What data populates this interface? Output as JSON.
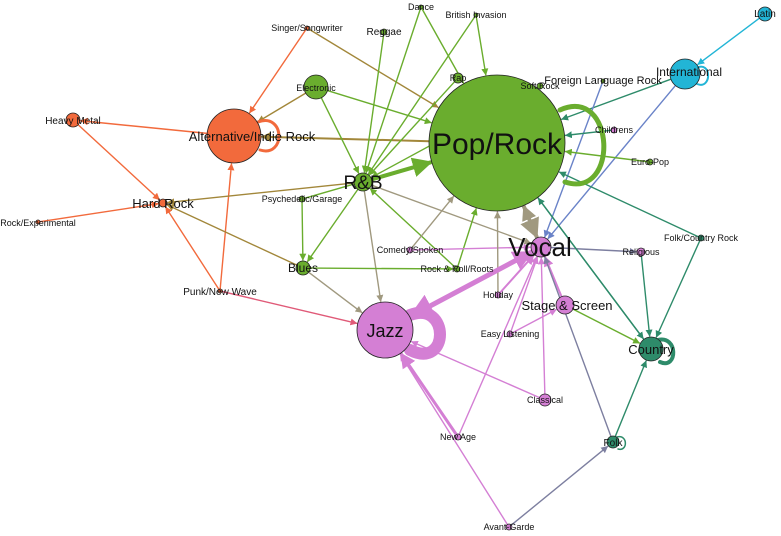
{
  "colors": {
    "green": "#6aad2e",
    "orange": "#f26a3c",
    "violet": "#d47fd4",
    "teal": "#2e8b6a",
    "cyan": "#22b5d6",
    "tan": "#a0997f",
    "olive": "#a2873a",
    "grayblue": "#7d7fa0",
    "bluepurple": "#6a83c8",
    "pink": "#e05a78"
  },
  "nodes": {
    "pop_rock": {
      "label": "Pop/Rock",
      "color": "green"
    },
    "vocal": {
      "label": "Vocal",
      "color": "violet"
    },
    "jazz": {
      "label": "Jazz",
      "color": "violet"
    },
    "rnb": {
      "label": "R&B",
      "color": "green"
    },
    "alt_indie": {
      "label": "Alternative/Indie Rock",
      "color": "orange"
    },
    "hard_rock": {
      "label": "Hard Rock",
      "color": "orange"
    },
    "heavy_metal": {
      "label": "Heavy Metal",
      "color": "orange"
    },
    "rock_experimental": {
      "label": "Rock/Experimental",
      "color": "orange"
    },
    "punk_new_wave": {
      "label": "Punk/New Wave",
      "color": "orange"
    },
    "singer_songwriter": {
      "label": "Singer/Songwriter",
      "color": "orange"
    },
    "electronic": {
      "label": "Electronic",
      "color": "green"
    },
    "reggae": {
      "label": "Reggae",
      "color": "green"
    },
    "dance": {
      "label": "Dance",
      "color": "green"
    },
    "british_invasion": {
      "label": "British Invasion",
      "color": "green"
    },
    "rap": {
      "label": "Rap",
      "color": "green"
    },
    "soft_rock": {
      "label": "Soft Rock",
      "color": "green"
    },
    "foreign_language_rock": {
      "label": "Foreign Language Rock",
      "color": "green"
    },
    "childrens": {
      "label": "Childrens",
      "color": "violet"
    },
    "euro_pop": {
      "label": "Euro-Pop",
      "color": "green"
    },
    "psychedelic_garage": {
      "label": "Psychedelic/Garage",
      "color": "green"
    },
    "blues": {
      "label": "Blues",
      "color": "green"
    },
    "comedy_spoken": {
      "label": "Comedy/Spoken",
      "color": "violet"
    },
    "rock_roll_roots": {
      "label": "Rock & Roll/Roots",
      "color": "green"
    },
    "holiday": {
      "label": "Holiday",
      "color": "violet"
    },
    "stage_screen": {
      "label": "Stage & Screen",
      "color": "violet"
    },
    "easy_listening": {
      "label": "Easy Listening",
      "color": "violet"
    },
    "religious": {
      "label": "Religious",
      "color": "violet"
    },
    "folk_country_rock": {
      "label": "Folk/Country Rock",
      "color": "teal"
    },
    "country": {
      "label": "Country",
      "color": "teal"
    },
    "classical": {
      "label": "Classical",
      "color": "violet"
    },
    "new_age": {
      "label": "New Age",
      "color": "violet"
    },
    "folk": {
      "label": "Folk",
      "color": "teal"
    },
    "avant_garde": {
      "label": "Avant-Garde",
      "color": "violet"
    },
    "international": {
      "label": "International",
      "color": "cyan"
    },
    "latin": {
      "label": "Latin",
      "color": "cyan"
    }
  },
  "edges": [
    {
      "from": "latin",
      "to": "international",
      "color": "cyan"
    },
    {
      "from": "international",
      "to": "pop_rock",
      "color": "teal"
    },
    {
      "from": "international",
      "to": "vocal",
      "color": "bluepurple"
    },
    {
      "from": "foreign_language_rock",
      "to": "vocal",
      "color": "bluepurple"
    },
    {
      "from": "singer_songwriter",
      "to": "alt_indie",
      "color": "orange"
    },
    {
      "from": "singer_songwriter",
      "to": "pop_rock",
      "color": "olive"
    },
    {
      "from": "heavy_metal",
      "to": "hard_rock",
      "color": "orange"
    },
    {
      "from": "alt_indie",
      "to": "heavy_metal",
      "color": "orange"
    },
    {
      "from": "rock_experimental",
      "to": "hard_rock",
      "color": "orange"
    },
    {
      "from": "punk_new_wave",
      "to": "alt_indie",
      "color": "orange"
    },
    {
      "from": "punk_new_wave",
      "to": "hard_rock",
      "color": "orange"
    },
    {
      "from": "punk_new_wave",
      "to": "jazz",
      "color": "pink"
    },
    {
      "from": "electronic",
      "to": "alt_indie",
      "color": "olive"
    },
    {
      "from": "pop_rock",
      "to": "alt_indie",
      "color": "olive"
    },
    {
      "from": "rnb",
      "to": "hard_rock",
      "color": "olive"
    },
    {
      "from": "blues",
      "to": "hard_rock",
      "color": "olive"
    },
    {
      "from": "electronic",
      "to": "rnb",
      "color": "green"
    },
    {
      "from": "electronic",
      "to": "pop_rock",
      "color": "green"
    },
    {
      "from": "reggae",
      "to": "rnb",
      "color": "green"
    },
    {
      "from": "dance",
      "to": "rnb",
      "color": "green"
    },
    {
      "from": "dance",
      "to": "pop_rock",
      "color": "green"
    },
    {
      "from": "british_invasion",
      "to": "pop_rock",
      "color": "green"
    },
    {
      "from": "british_invasion",
      "to": "rnb",
      "color": "green"
    },
    {
      "from": "rap",
      "to": "rnb",
      "color": "green"
    },
    {
      "from": "soft_rock",
      "to": "rnb",
      "color": "green"
    },
    {
      "from": "rnb",
      "to": "pop_rock",
      "color": "green"
    },
    {
      "from": "rnb",
      "to": "blues",
      "color": "green"
    },
    {
      "from": "rnb",
      "to": "jazz",
      "color": "tan"
    },
    {
      "from": "rnb",
      "to": "vocal",
      "color": "tan"
    },
    {
      "from": "psychedelic_garage",
      "to": "pop_rock",
      "color": "green"
    },
    {
      "from": "psychedelic_garage",
      "to": "blues",
      "color": "green"
    },
    {
      "from": "blues",
      "to": "jazz",
      "color": "tan"
    },
    {
      "from": "blues",
      "to": "rock_roll_roots",
      "color": "green"
    },
    {
      "from": "rock_roll_roots",
      "to": "rnb",
      "color": "green"
    },
    {
      "from": "rock_roll_roots",
      "to": "pop_rock",
      "color": "green"
    },
    {
      "from": "childrens",
      "to": "pop_rock",
      "color": "teal"
    },
    {
      "from": "euro_pop",
      "to": "pop_rock",
      "color": "green"
    },
    {
      "from": "pop_rock",
      "to": "country",
      "color": "teal"
    },
    {
      "from": "folk_country_rock",
      "to": "pop_rock",
      "color": "teal"
    },
    {
      "from": "folk_country_rock",
      "to": "country",
      "color": "teal"
    },
    {
      "from": "religious",
      "to": "country",
      "color": "teal"
    },
    {
      "from": "comedy_spoken",
      "to": "pop_rock",
      "color": "tan"
    },
    {
      "from": "comedy_spoken",
      "to": "vocal",
      "color": "violet"
    },
    {
      "from": "holiday",
      "to": "pop_rock",
      "color": "tan"
    },
    {
      "from": "holiday",
      "to": "vocal",
      "color": "violet"
    },
    {
      "from": "easy_listening",
      "to": "vocal",
      "color": "violet"
    },
    {
      "from": "easy_listening",
      "to": "stage_screen",
      "color": "violet"
    },
    {
      "from": "vocal",
      "to": "jazz",
      "color": "violet"
    },
    {
      "from": "vocal",
      "to": "religious",
      "color": "grayblue"
    },
    {
      "from": "vocal",
      "to": "pop_rock",
      "color": "tan"
    },
    {
      "from": "stage_screen",
      "to": "vocal",
      "color": "violet"
    },
    {
      "from": "stage_screen",
      "to": "country",
      "color": "green"
    },
    {
      "from": "classical",
      "to": "jazz",
      "color": "violet"
    },
    {
      "from": "classical",
      "to": "vocal",
      "color": "violet"
    },
    {
      "from": "new_age",
      "to": "jazz",
      "color": "violet"
    },
    {
      "from": "new_age",
      "to": "vocal",
      "color": "violet"
    },
    {
      "from": "avant_garde",
      "to": "jazz",
      "color": "violet"
    },
    {
      "from": "avant_garde",
      "to": "folk",
      "color": "grayblue"
    },
    {
      "from": "folk",
      "to": "country",
      "color": "teal"
    },
    {
      "from": "folk",
      "to": "vocal",
      "color": "grayblue"
    },
    {
      "from": "jazz",
      "to": "vocal",
      "color": "violet"
    },
    {
      "from": "pop_rock",
      "to": "vocal",
      "color": "tan"
    },
    {
      "from": "country",
      "to": "pop_rock",
      "color": "teal"
    }
  ]
}
